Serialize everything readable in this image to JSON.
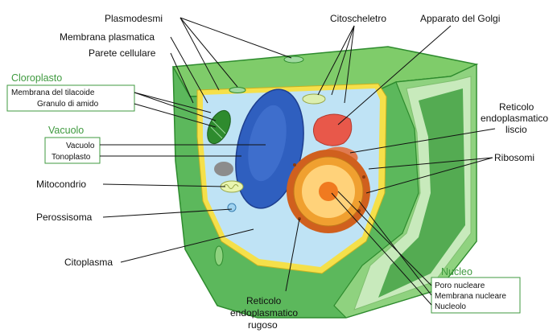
{
  "labels": {
    "plasmodesmi": "Plasmodesmi",
    "membrana_plasmatica": "Membrana plasmatica",
    "parete_cellulare": "Parete cellulare",
    "cloroplasto": "Cloroplasto",
    "membrana_tilacoide": "Membrana del tilacoide",
    "granulo_amido": "Granulo di amido",
    "vacuolo_group": "Vacuolo",
    "vacuolo": "Vacuolo",
    "tonoplasto": "Tonoplasto",
    "mitocondrio": "Mitocondrio",
    "perossisoma": "Perossisoma",
    "citoplasma": "Citoplasma",
    "citoscheletro": "Citoscheletro",
    "golgi": "Apparato del Golgi",
    "rel_1": "Reticolo",
    "rel_2": "endoplasmatico",
    "rel_3": "liscio",
    "ribosomi": "Ribosomi",
    "nucleo_group": "Nucleo",
    "poro_nucleare": "Poro nucleare",
    "membrana_nucleare": "Membrana nucleare",
    "nucleolo": "Nucleolo",
    "rer_1": "Reticolo",
    "rer_2": "endoplasmatico",
    "rer_3": "rugoso"
  },
  "colors": {
    "wall_dark": "#2e8b2e",
    "wall_light": "#5cb85c",
    "wall_pale": "#9fd99f",
    "membrane": "#f5e04a",
    "cytoplasm": "#bfe3f5",
    "vacuole": "#2f5fbf",
    "nucleus_outer": "#f0a030",
    "nucleus_inner": "#ffd27a",
    "nucleolus": "#f07a20",
    "golgi": "#e8584a",
    "label_group": "#3f9a3f"
  }
}
